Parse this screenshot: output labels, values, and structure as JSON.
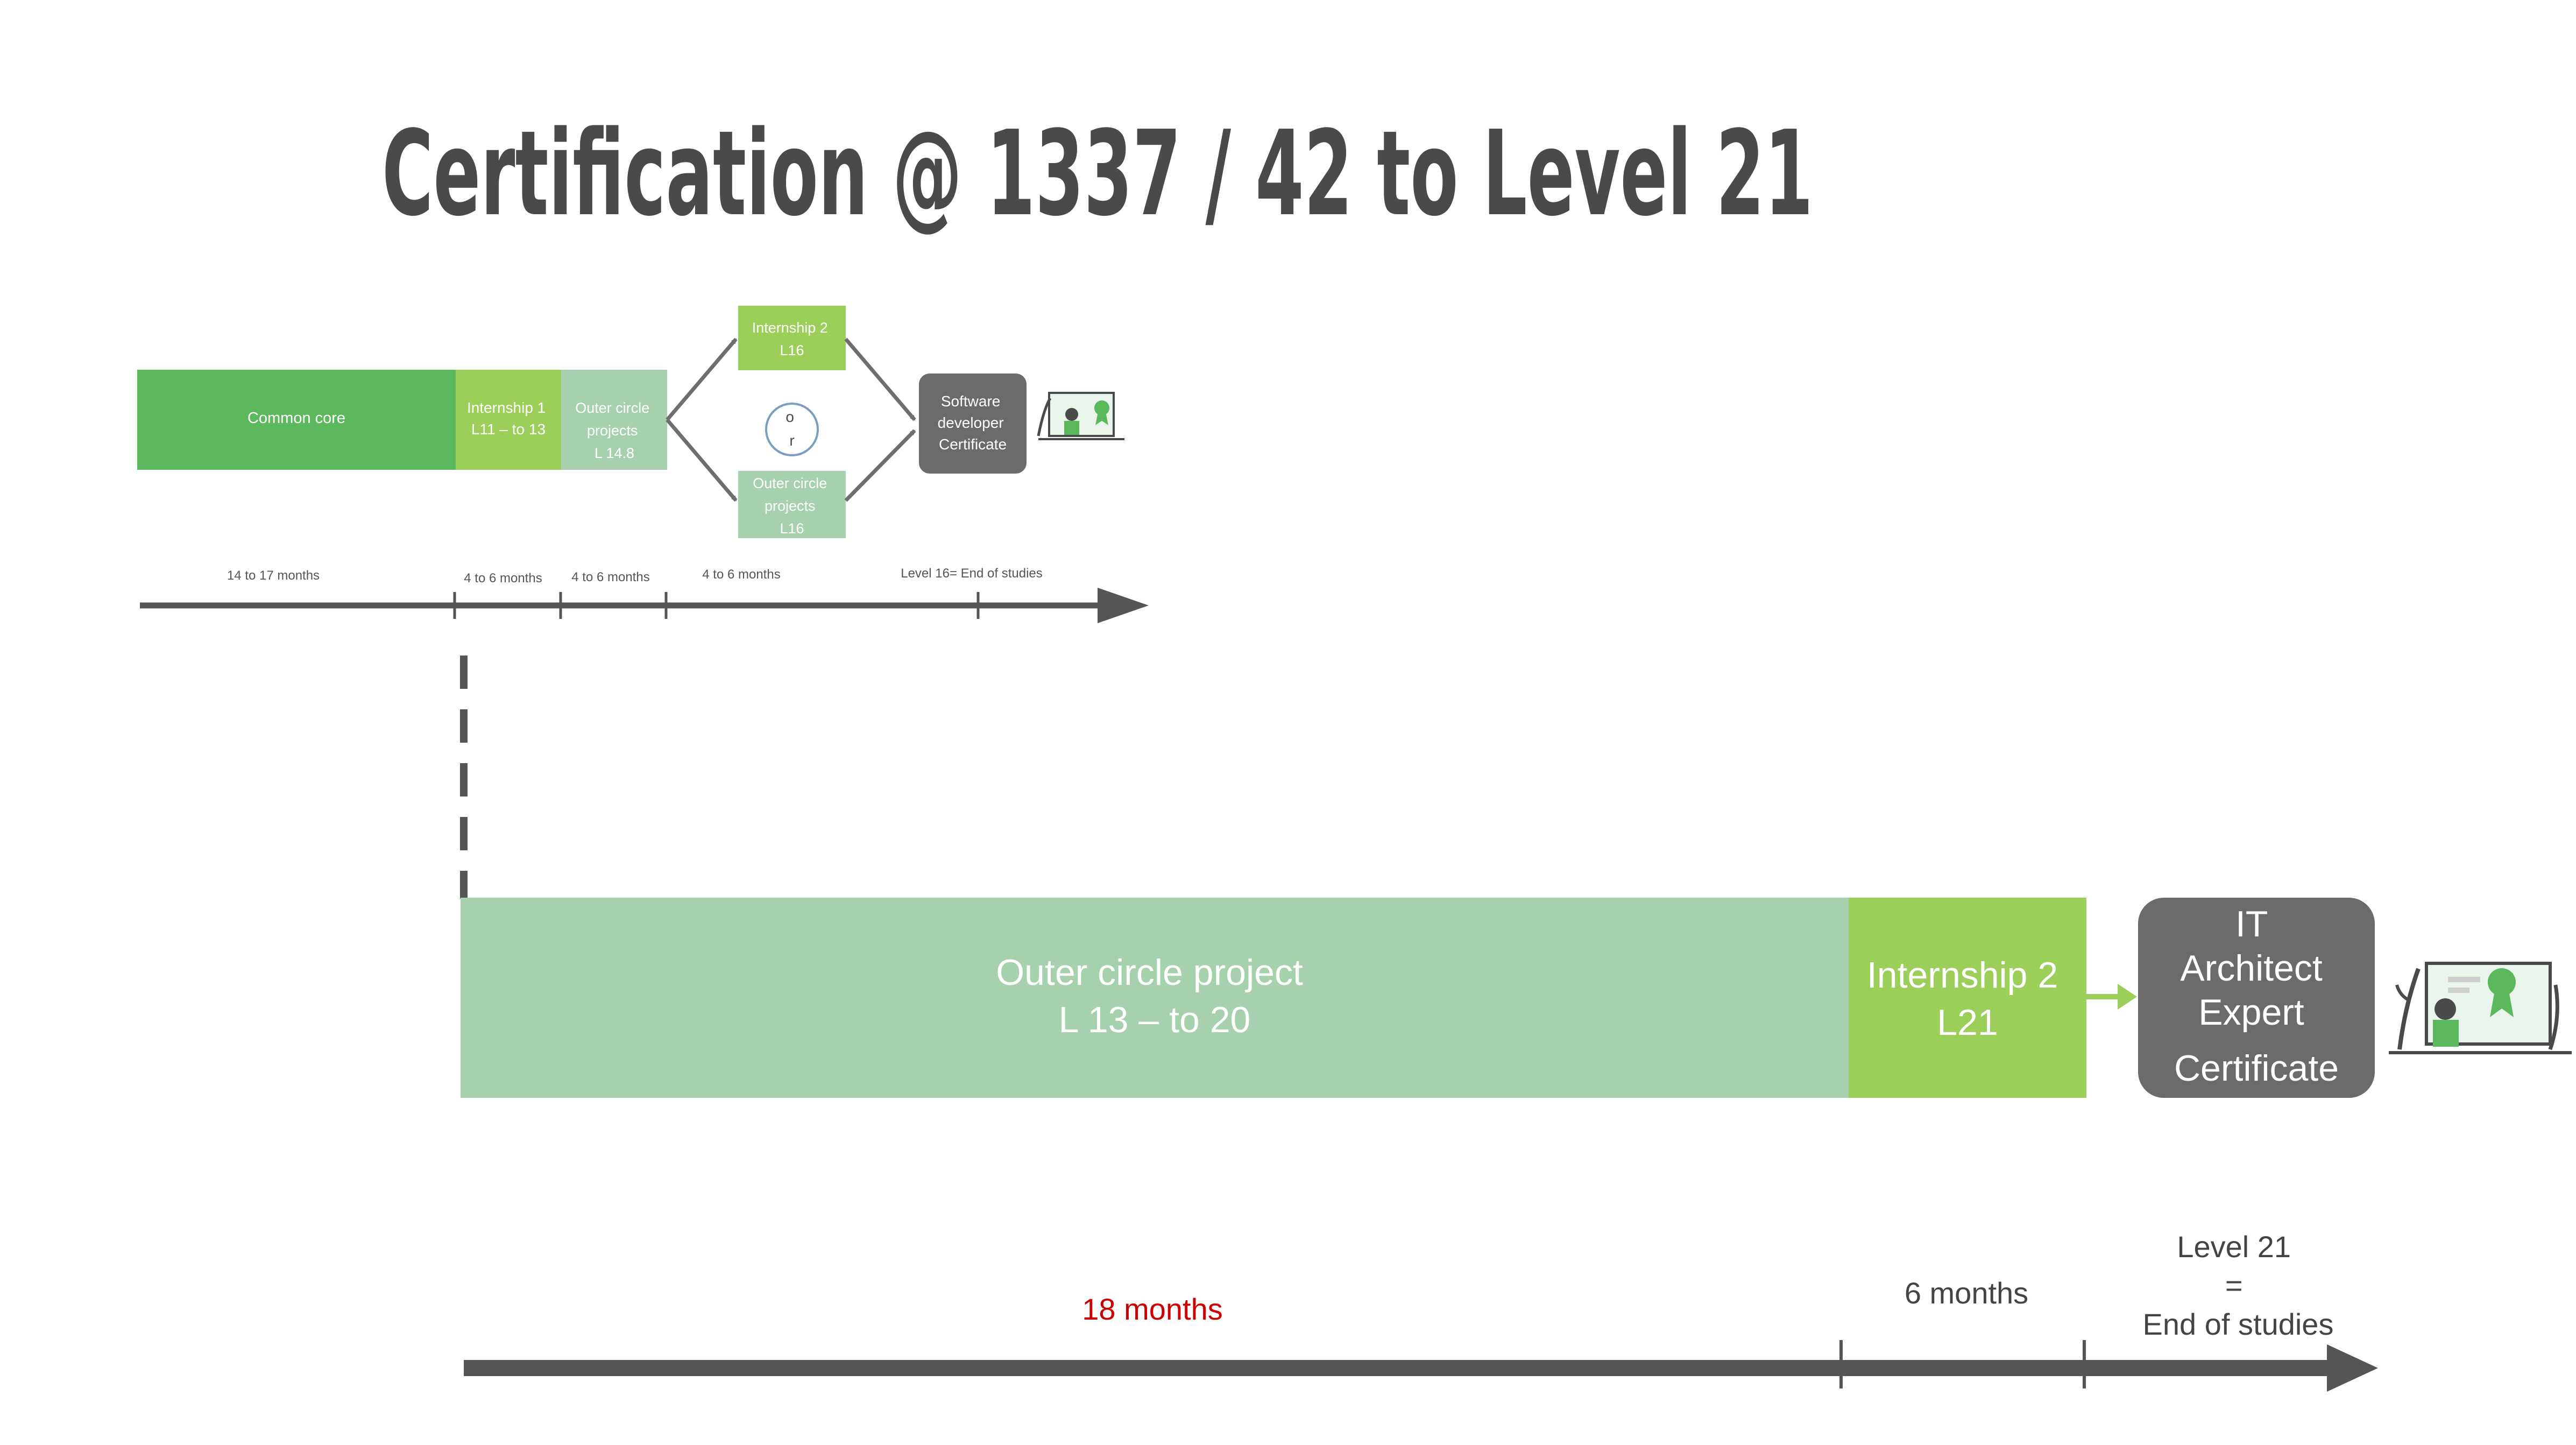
{
  "title": "Certification  @ 1337 / 42 to Level 21",
  "top_path": {
    "common_core": "Common core",
    "internship1": [
      "Internship 1",
      "L11 – to 13"
    ],
    "outer_circle": [
      "Outer circle",
      "projects",
      "L 14.8"
    ],
    "internship2": [
      "Internship 2",
      "L16"
    ],
    "or_label": [
      "o",
      "r"
    ],
    "outer_circle_l16": [
      "Outer circle",
      "projects",
      "L16"
    ],
    "certificate": [
      "Software",
      "developer",
      "Certificate"
    ],
    "timeline_labels": {
      "common_core_duration": "14 to 17 months",
      "internship1_duration": "4 to 6 months",
      "outer_circle_duration": "4 to 6 months",
      "branch_duration": "4 to 6 months",
      "end": "Level 16= End of studies"
    }
  },
  "bottom_path": {
    "outer_circle": [
      "Outer circle project",
      "L 13 – to 20"
    ],
    "internship2": [
      "Internship 2",
      "L21"
    ],
    "certificate": [
      "IT",
      "Architect",
      "Expert",
      "Certificate"
    ],
    "timeline_labels": {
      "outer_circle_duration": "18 months",
      "internship_duration": "6 months",
      "end": [
        "Level 21",
        "=",
        "End of studies"
      ]
    }
  },
  "colors": {
    "title": "#4a4a4a",
    "common_core": "#5cb85c",
    "internship": "#9ccf5a",
    "outer_circle": "#a6d0ae",
    "certificate": "#6d6a6a",
    "timeline": "#4d4d4d",
    "highlight_text": "#cc0000"
  }
}
